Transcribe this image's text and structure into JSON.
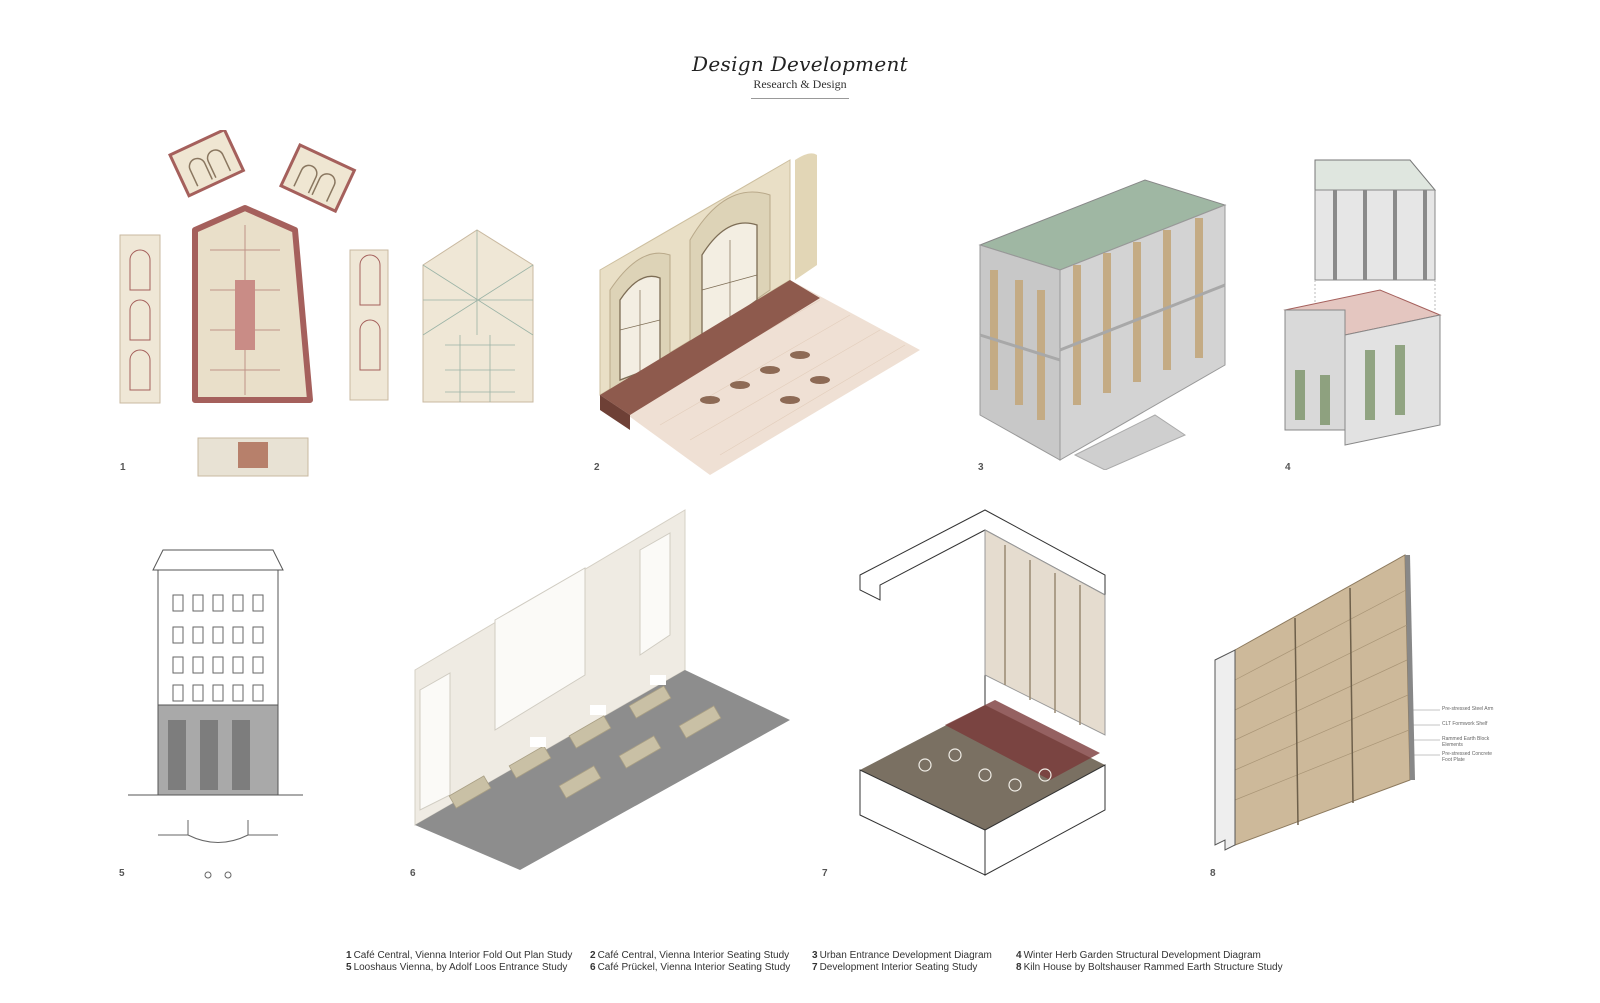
{
  "header": {
    "title": "Design Development",
    "subtitle": "Research & Design"
  },
  "panels": [
    {
      "number": "1",
      "caption": "Café Central, Vienna Interior Fold Out Plan Study"
    },
    {
      "number": "2",
      "caption": "Café Central, Vienna Interior Seating Study"
    },
    {
      "number": "3",
      "caption": "Urban Entrance Development Diagram"
    },
    {
      "number": "4",
      "caption": "Winter Herb Garden Structural Development Diagram"
    },
    {
      "number": "5",
      "caption": "Looshaus Vienna, by Adolf Loos Entrance Study"
    },
    {
      "number": "6",
      "caption": "Café Prückel, Vienna Interior Seating Study"
    },
    {
      "number": "7",
      "caption": "Development Interior Seating Study"
    },
    {
      "number": "8",
      "caption": "Kiln House by Boltshauser Rammed Earth Structure Study"
    }
  ],
  "panel8_annotations": [
    "Pre-stressed Steel Arm",
    "CLT Formwork Shelf",
    "Rammed Earth Block Elements",
    "Pre-stressed Concrete Foot Plate"
  ],
  "colors": {
    "plaster": "#e8dfc8",
    "brick_red": "#a5605c",
    "stone_grey": "#bdbdbd",
    "timber": "#c9b18a",
    "dark_floor": "#7a7062"
  }
}
